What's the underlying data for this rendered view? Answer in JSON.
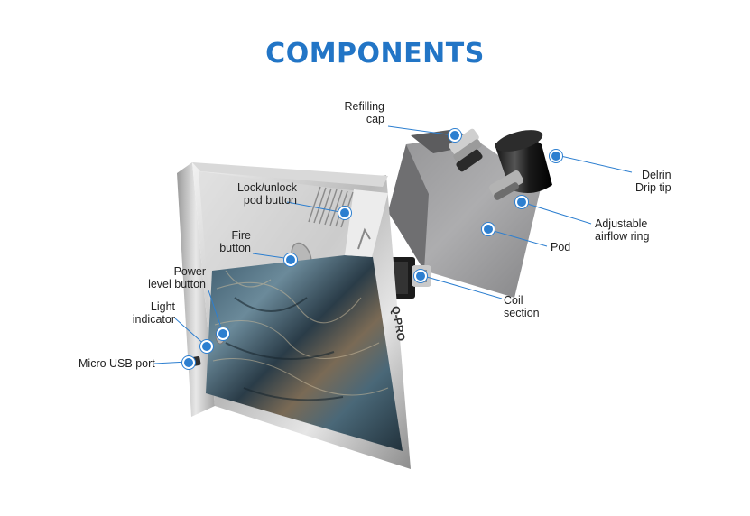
{
  "title": "COMPONENTS",
  "brand_text": "Q-PRO",
  "accent_color": "#2275c6",
  "labels": {
    "refilling_cap": [
      "Refilling",
      "cap"
    ],
    "delrin_drip_tip": [
      "Delrin",
      "Drip tip"
    ],
    "lock_unlock": [
      "Lock/unlock",
      "pod button"
    ],
    "adjustable_airflow": [
      "Adjustable",
      "airflow ring"
    ],
    "fire_button": [
      "Fire",
      "button"
    ],
    "pod": "Pod",
    "power_level": [
      "Power",
      "level button"
    ],
    "coil_section": [
      "Coil",
      "section"
    ],
    "light_indicator": [
      "Light",
      "indicator"
    ],
    "micro_usb": "Micro USB port"
  }
}
